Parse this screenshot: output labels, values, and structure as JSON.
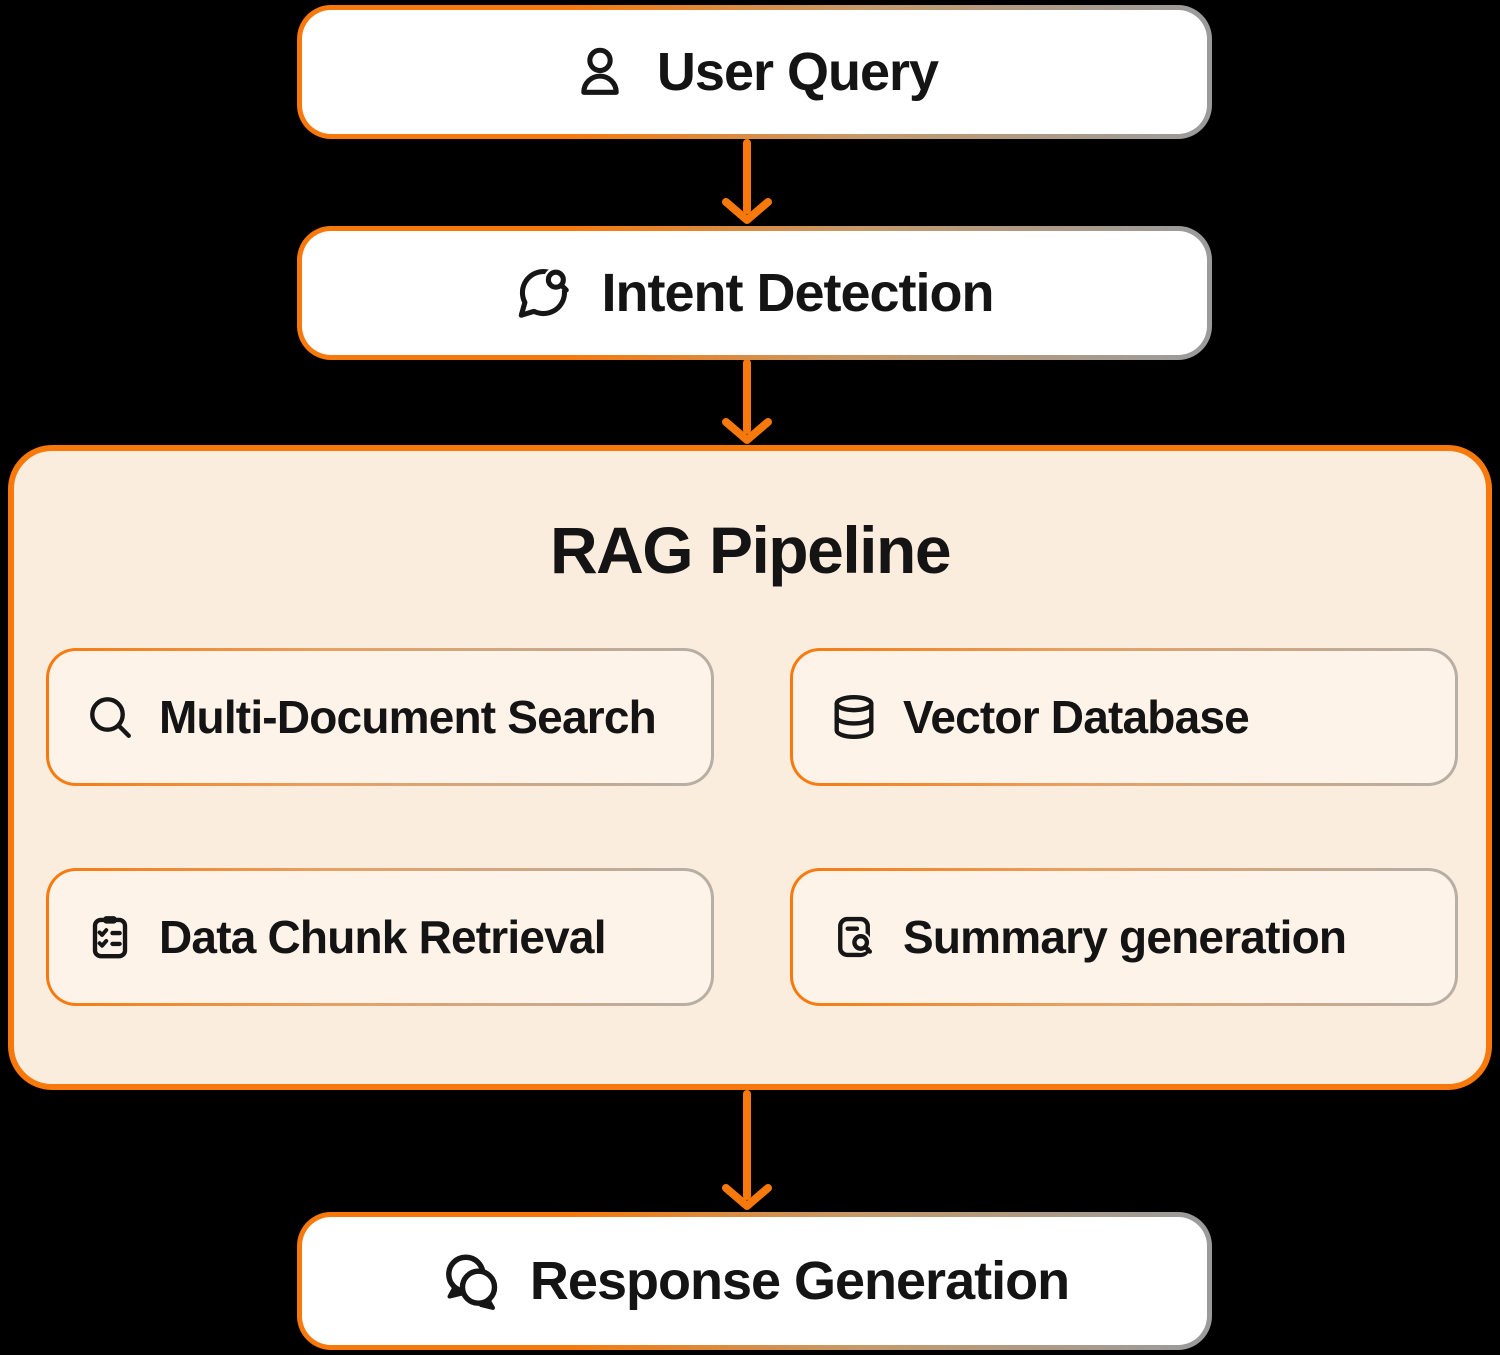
{
  "colors": {
    "page_bg": "#000000",
    "accent_orange": "#F7790C",
    "light_arrow_orange": "#F1A264",
    "container_bg": "#FBEDDE",
    "inner_box_bg": "#FDF3E9",
    "box_bg": "#FFFFFF",
    "border_fade_gray": "#9B9B9B",
    "inner_border_fade": "#B7AEA4",
    "text_black": "#141414"
  },
  "nodes": {
    "user_query": {
      "label": "User Query",
      "icon": "user-icon"
    },
    "intent_detection": {
      "label": "Intent Detection",
      "icon": "message-search-icon"
    },
    "rag_pipeline": {
      "title": "RAG Pipeline"
    },
    "multi_document_search": {
      "label": "Multi-Document Search",
      "icon": "search-icon"
    },
    "vector_database": {
      "label": "Vector Database",
      "icon": "database-icon"
    },
    "data_chunk_retrieval": {
      "label": "Data Chunk Retrieval",
      "icon": "clipboard-checklist-icon"
    },
    "summary_generation": {
      "label": "Summary generation",
      "icon": "file-search-icon"
    },
    "response_generation": {
      "label": "Response Generation",
      "icon": "chat-bubbles-icon"
    }
  }
}
